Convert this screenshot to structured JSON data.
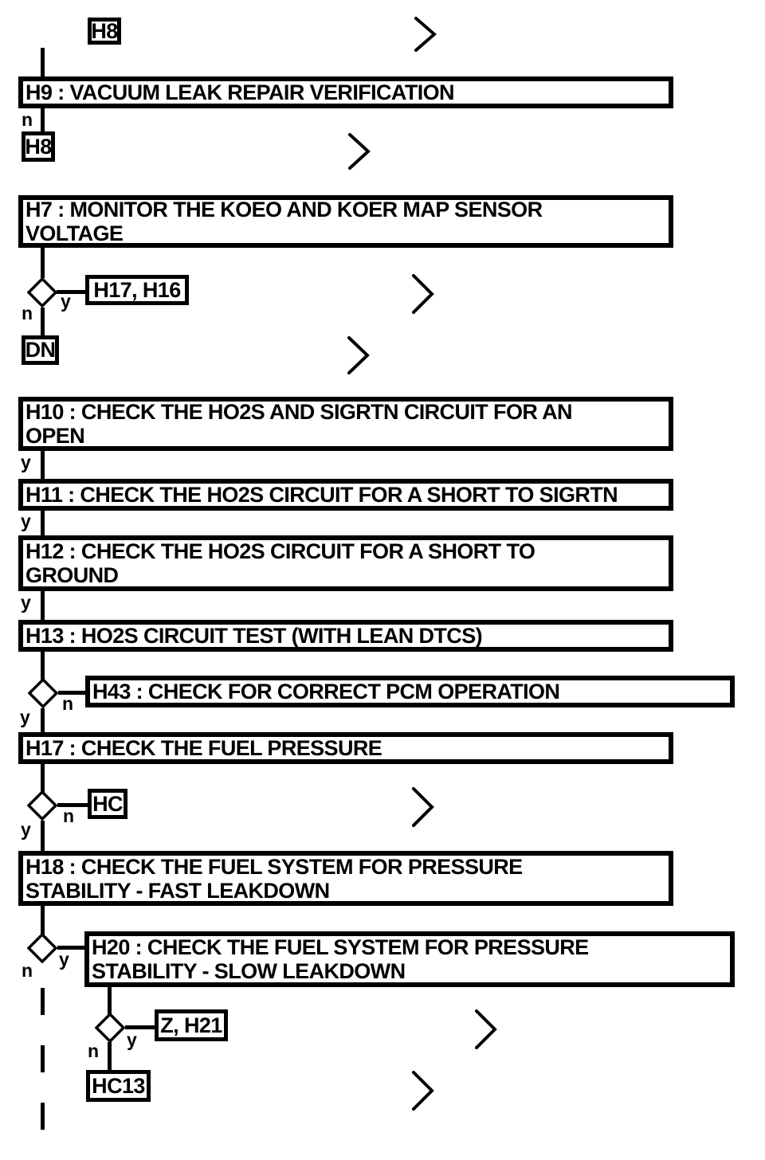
{
  "diagram": {
    "type": "flowchart",
    "colors": {
      "ink": "#000000",
      "background": "#ffffff"
    },
    "branch_labels": {
      "yes": "y",
      "no": "n"
    },
    "icons": {
      "offpage": "chevron-right-icon",
      "decision": "decision-diamond"
    },
    "nodes": {
      "h8_ref_top": "H8",
      "h9": "H9 : VACUUM LEAK REPAIR VERIFICATION",
      "h8_ref_2": "H8",
      "h7": "H7 : MONITOR THE KOEO AND KOER MAP SENSOR\nVOLTAGE",
      "h17_h16_ref": "H17, H16",
      "dn_ref": "DN",
      "h10": "H10 : CHECK THE HO2S AND SIGRTN CIRCUIT FOR AN\nOPEN",
      "h11": "H11 : CHECK THE HO2S CIRCUIT FOR A SHORT TO SIGRTN",
      "h12": "H12 : CHECK THE HO2S CIRCUIT FOR A SHORT TO\nGROUND",
      "h13": "H13 : HO2S CIRCUIT TEST (WITH LEAN DTCS)",
      "h43": "H43 : CHECK FOR CORRECT PCM OPERATION",
      "h17": "H17 : CHECK THE FUEL PRESSURE",
      "hc_ref": "HC",
      "h18": "H18 : CHECK THE FUEL SYSTEM FOR PRESSURE\nSTABILITY - FAST LEAKDOWN",
      "h20": "H20 : CHECK THE FUEL SYSTEM FOR PRESSURE\nSTABILITY - SLOW LEAKDOWN",
      "z_h21_ref": "Z, H21",
      "hc13_ref": "HC13"
    }
  }
}
